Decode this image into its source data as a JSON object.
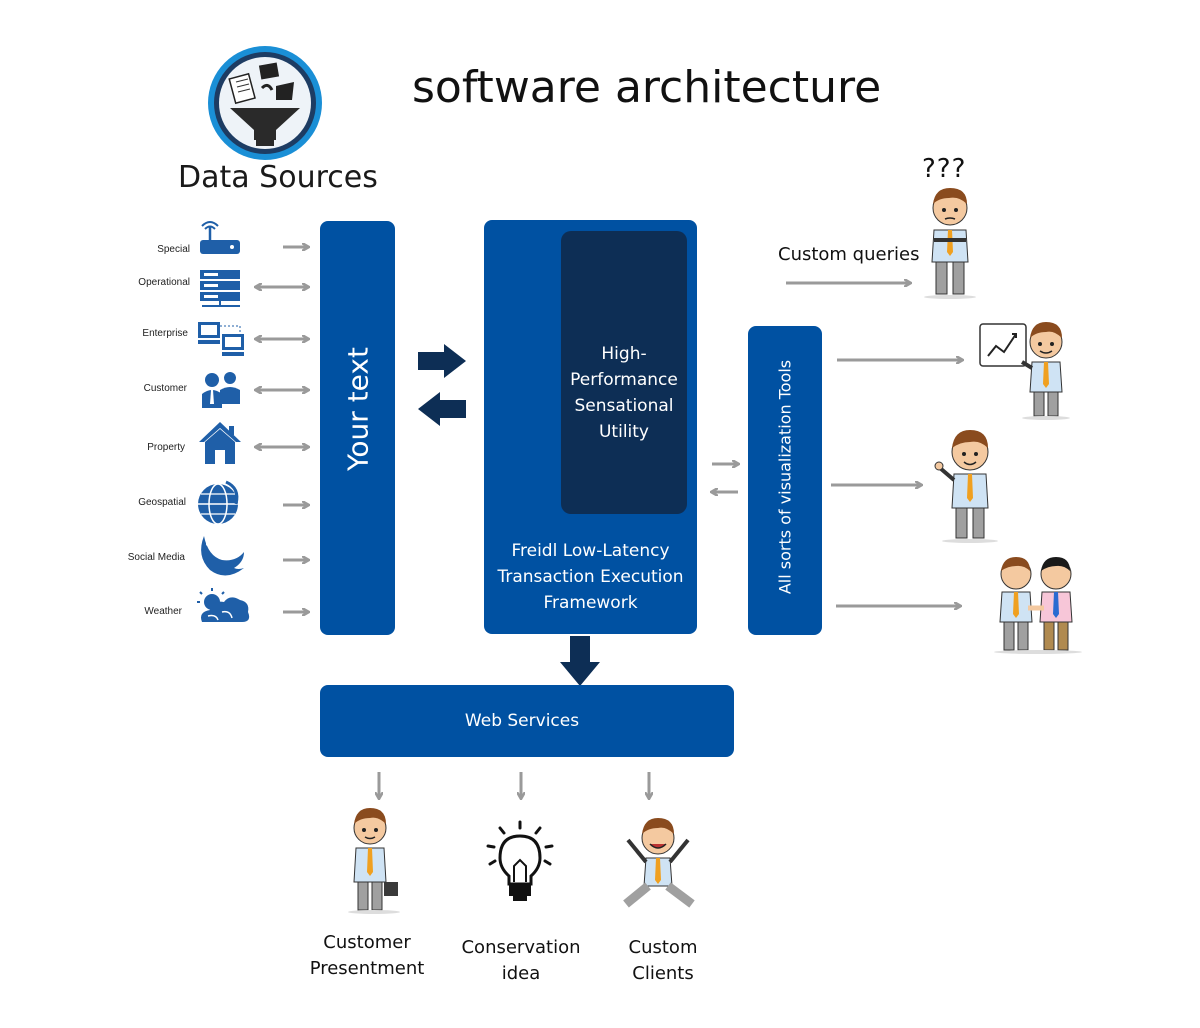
{
  "title": "software architecture",
  "data_sources": {
    "title": "Data Sources",
    "items": [
      {
        "label": "Special",
        "icon": "router-icon",
        "arrow": "right"
      },
      {
        "label": "Operational",
        "icon": "server-icon",
        "arrow": "both"
      },
      {
        "label": "Enterprise",
        "icon": "network-computers-icon",
        "arrow": "both"
      },
      {
        "label": "Customer",
        "icon": "people-icon",
        "arrow": "both"
      },
      {
        "label": "Property",
        "icon": "house-icon",
        "arrow": "both"
      },
      {
        "label": "Geospatial",
        "icon": "globe-icon",
        "arrow": "right"
      },
      {
        "label": "Social Media",
        "icon": "bird-icon",
        "arrow": "right"
      },
      {
        "label": "Weather",
        "icon": "cloud-sun-icon",
        "arrow": "right"
      }
    ]
  },
  "your_text_box": "Your text",
  "framework": {
    "inner": "High-\nPerformance\nSensational\nUtility",
    "outer": "Freidl Low-Latency\nTransaction Execution\nFramework"
  },
  "visualization_box": "All sorts of visualization Tools",
  "custom_queries": "Custom queries",
  "question_marks": "???",
  "web_services": "Web Services",
  "outputs": [
    {
      "label": "Customer\nPresentment",
      "icon": "businessman-briefcase-icon"
    },
    {
      "label": "Conservation\nidea",
      "icon": "light-bulb-icon"
    },
    {
      "label": "Custom\nClients",
      "icon": "jumping-man-icon"
    }
  ],
  "colors": {
    "primary": "#0051a2",
    "dark": "#0d2e55",
    "arrow_gray": "#9a9a9a",
    "title_ring": "#1a8fd6"
  }
}
